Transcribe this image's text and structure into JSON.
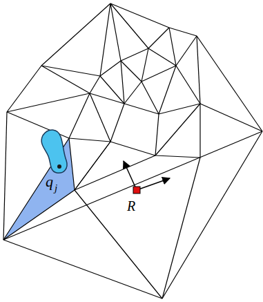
{
  "diagram": {
    "labels": [
      "q",
      "j",
      "R"
    ]
  }
}
